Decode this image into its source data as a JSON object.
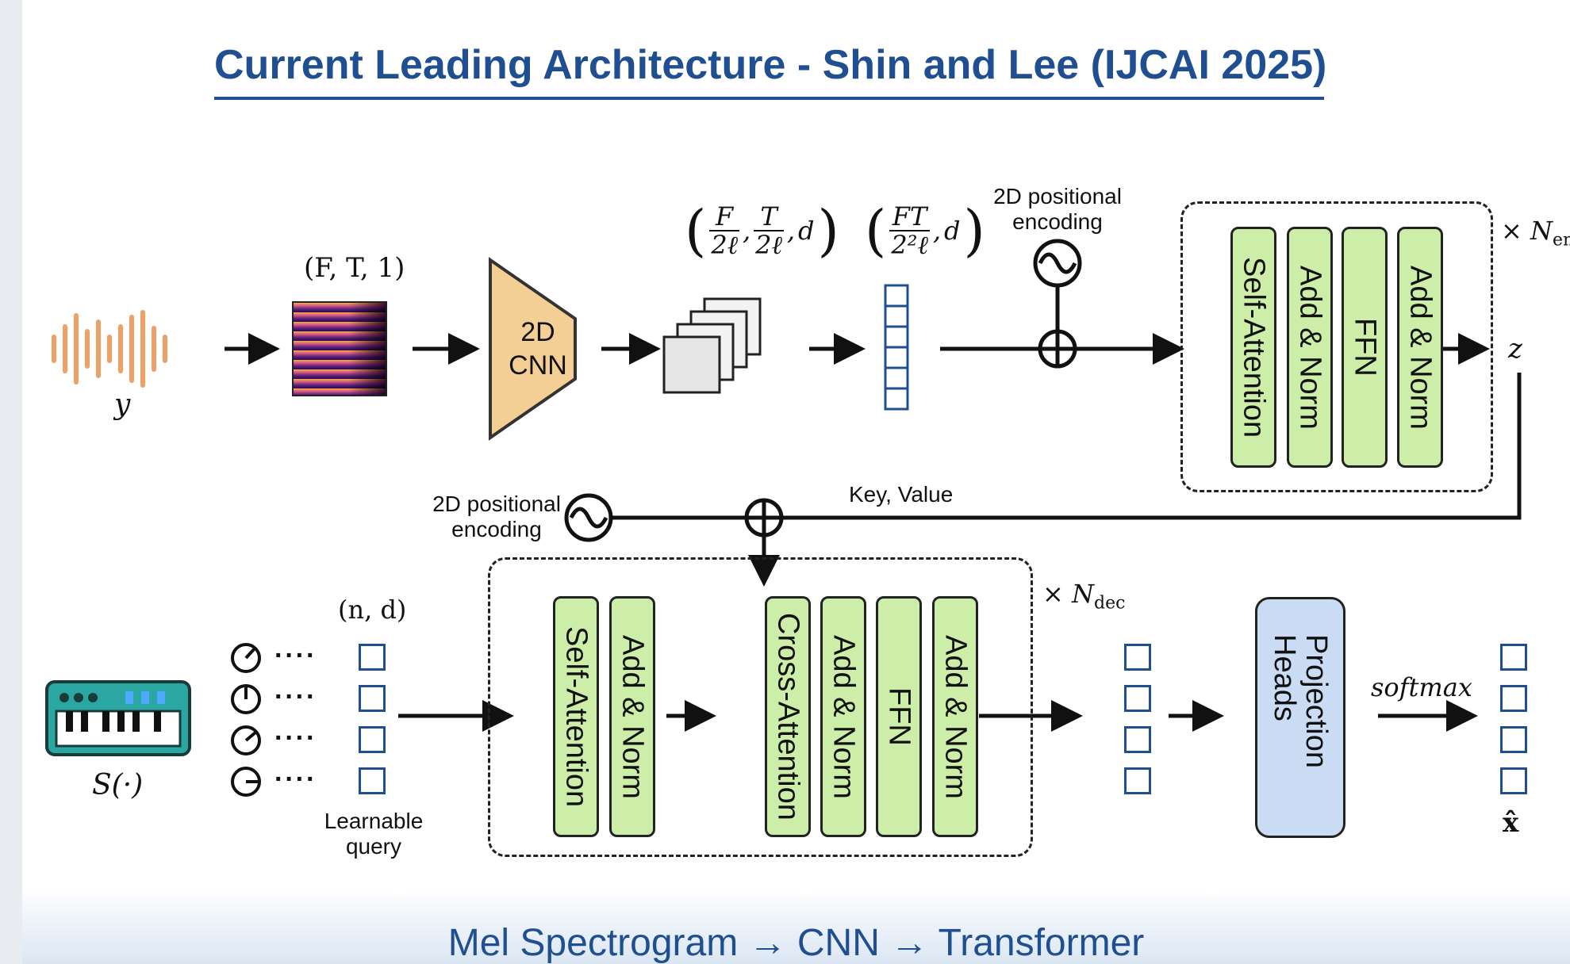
{
  "title": "Current Leading Architecture - Shin and Lee (IJCAI 2025)",
  "footer": "Mel Spectrogram → CNN → Transformer",
  "encoder": {
    "input_label": "y",
    "spec_shape": "(F, T, 1)",
    "cnn_label_line1": "2D",
    "cnn_label_line2": "CNN",
    "feat_shape": {
      "F": "F",
      "T": "T",
      "den": "2ℓ",
      "d": "d"
    },
    "flat_shape": {
      "num": "FT",
      "den": "2²ℓ",
      "d": "d"
    },
    "pos_enc": "2D positional encoding",
    "blocks": [
      "Self-Attention",
      "Add & Norm",
      "FFN",
      "Add & Norm"
    ],
    "repeat": "× N",
    "repeat_sub": "enc",
    "output": "z"
  },
  "decoder": {
    "pos_enc": "2D positional encoding",
    "key_value": "Key, Value",
    "synth_label": "S(·)",
    "query_shape": "(n, d)",
    "query_label": "Learnable query",
    "blocks_a": [
      "Self-Attention",
      "Add & Norm"
    ],
    "blocks_b": [
      "Cross-Attention",
      "Add & Norm",
      "FFN",
      "Add & Norm"
    ],
    "repeat": "× N",
    "repeat_sub": "dec",
    "proj": "Projection Heads",
    "softmax": "softmax",
    "output": "x̂"
  },
  "colors": {
    "block": "#cdeea8",
    "proj": "#c9dcf4",
    "cnn": "#f4cf95",
    "wave": "#f0a064",
    "title": "#1f4f91",
    "synth": "#2aa7a3"
  },
  "icons": [
    "waveform-icon",
    "spectrogram-icon",
    "sinusoid-icon",
    "plus-circle-icon",
    "synthesizer-icon",
    "knob-icon"
  ]
}
